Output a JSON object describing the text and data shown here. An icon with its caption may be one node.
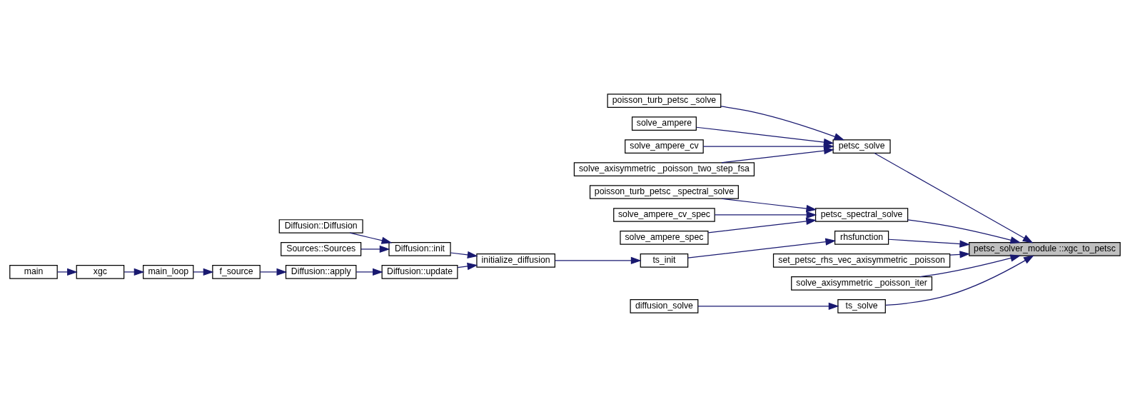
{
  "diagram": {
    "nodes": [
      {
        "text": [
          "petsc_solver_module ::xgc_to_petsc"
        ]
      },
      {
        "text": [
          "petsc_solve"
        ]
      },
      {
        "text": [
          "poisson_turb_petsc _solve"
        ]
      },
      {
        "text": [
          "solve_ampere"
        ]
      },
      {
        "text": [
          "solve_ampere_cv"
        ]
      },
      {
        "text": [
          "solve_axisymmetric _poisson_two_step_fsa"
        ]
      },
      {
        "text": [
          "petsc_spectral_solve"
        ]
      },
      {
        "text": [
          "poisson_turb_petsc _spectral_solve"
        ]
      },
      {
        "text": [
          "solve_ampere_cv_spec"
        ]
      },
      {
        "text": [
          "solve_ampere_spec"
        ]
      },
      {
        "text": [
          "rhsfunction"
        ]
      },
      {
        "text": [
          "ts_init"
        ]
      },
      {
        "text": [
          "initialize_diffusion"
        ]
      },
      {
        "text": [
          "Diffusion::init"
        ]
      },
      {
        "text": [
          "Diffusion::Diffusion"
        ]
      },
      {
        "text": [
          "Sources::Sources"
        ]
      },
      {
        "text": [
          "Diffusion::update"
        ]
      },
      {
        "text": [
          "Diffusion::apply"
        ]
      },
      {
        "text": [
          "f_source"
        ]
      },
      {
        "text": [
          "main_loop"
        ]
      },
      {
        "text": [
          "xgc"
        ]
      },
      {
        "text": [
          "main"
        ]
      },
      {
        "text": [
          "set_petsc_rhs_vec_axisymmetric _poisson"
        ]
      },
      {
        "text": [
          "solve_axisymmetric _poisson_iter"
        ]
      },
      {
        "text": [
          "ts_solve"
        ]
      },
      {
        "text": [
          "diffusion_solve"
        ]
      }
    ],
    "edges": [
      {
        "from": 1,
        "to": 0,
        "arrow": "to"
      },
      {
        "from": 2,
        "to": 1,
        "arrow": "to"
      },
      {
        "from": 3,
        "to": 1,
        "arrow": "to"
      },
      {
        "from": 4,
        "to": 1,
        "arrow": "to"
      },
      {
        "from": 5,
        "to": 1,
        "arrow": "to"
      },
      {
        "from": 6,
        "to": 0,
        "arrow": "to"
      },
      {
        "from": 7,
        "to": 6,
        "arrow": "to"
      },
      {
        "from": 8,
        "to": 6,
        "arrow": "to"
      },
      {
        "from": 9,
        "to": 6,
        "arrow": "to"
      },
      {
        "from": 10,
        "to": 0,
        "arrow": "to"
      },
      {
        "from": 11,
        "to": 10,
        "arrow": "to"
      },
      {
        "from": 12,
        "to": 11,
        "arrow": "to"
      },
      {
        "from": 13,
        "to": 12,
        "arrow": "to"
      },
      {
        "from": 14,
        "to": 13,
        "arrow": "to"
      },
      {
        "from": 15,
        "to": 13,
        "arrow": "to"
      },
      {
        "from": 16,
        "to": 12,
        "arrow": "to"
      },
      {
        "from": 17,
        "to": 16,
        "arrow": "to"
      },
      {
        "from": 18,
        "to": 17,
        "arrow": "to"
      },
      {
        "from": 19,
        "to": 18,
        "arrow": "to"
      },
      {
        "from": 20,
        "to": 19,
        "arrow": "to"
      },
      {
        "from": 21,
        "to": 20,
        "arrow": "to"
      },
      {
        "from": 22,
        "to": 0,
        "arrow": "to"
      },
      {
        "from": 23,
        "to": 0,
        "arrow": "to"
      },
      {
        "from": 24,
        "to": 0,
        "arrow": "to"
      },
      {
        "from": 25,
        "to": 24,
        "arrow": "to"
      }
    ]
  }
}
